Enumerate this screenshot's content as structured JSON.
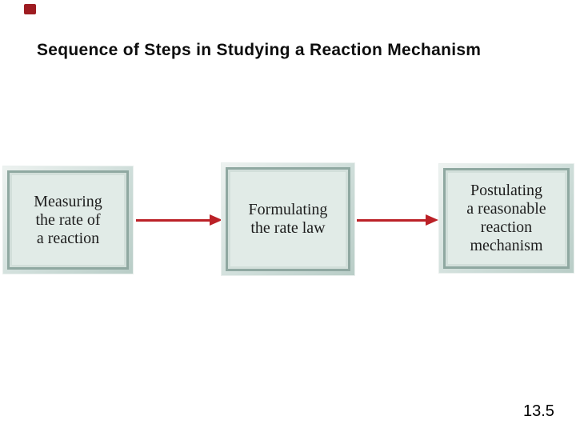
{
  "slide": {
    "title": "Sequence of Steps in Studying a Reaction Mechanism",
    "page_number": "13.5",
    "accent_color": "#9e1c21",
    "arrow_color": "#bb2127"
  },
  "diagram": {
    "boxes": [
      {
        "lines": [
          "Measuring",
          "the rate of",
          "a reaction"
        ]
      },
      {
        "lines": [
          "Formulating",
          "the rate law"
        ]
      },
      {
        "lines": [
          "Postulating",
          "a reasonable",
          "reaction",
          "mechanism"
        ]
      }
    ],
    "colors": {
      "frame_dark": "#8fa8a1",
      "frame_light": "#d2dfda",
      "box_fill": "#e1ebe7"
    }
  }
}
